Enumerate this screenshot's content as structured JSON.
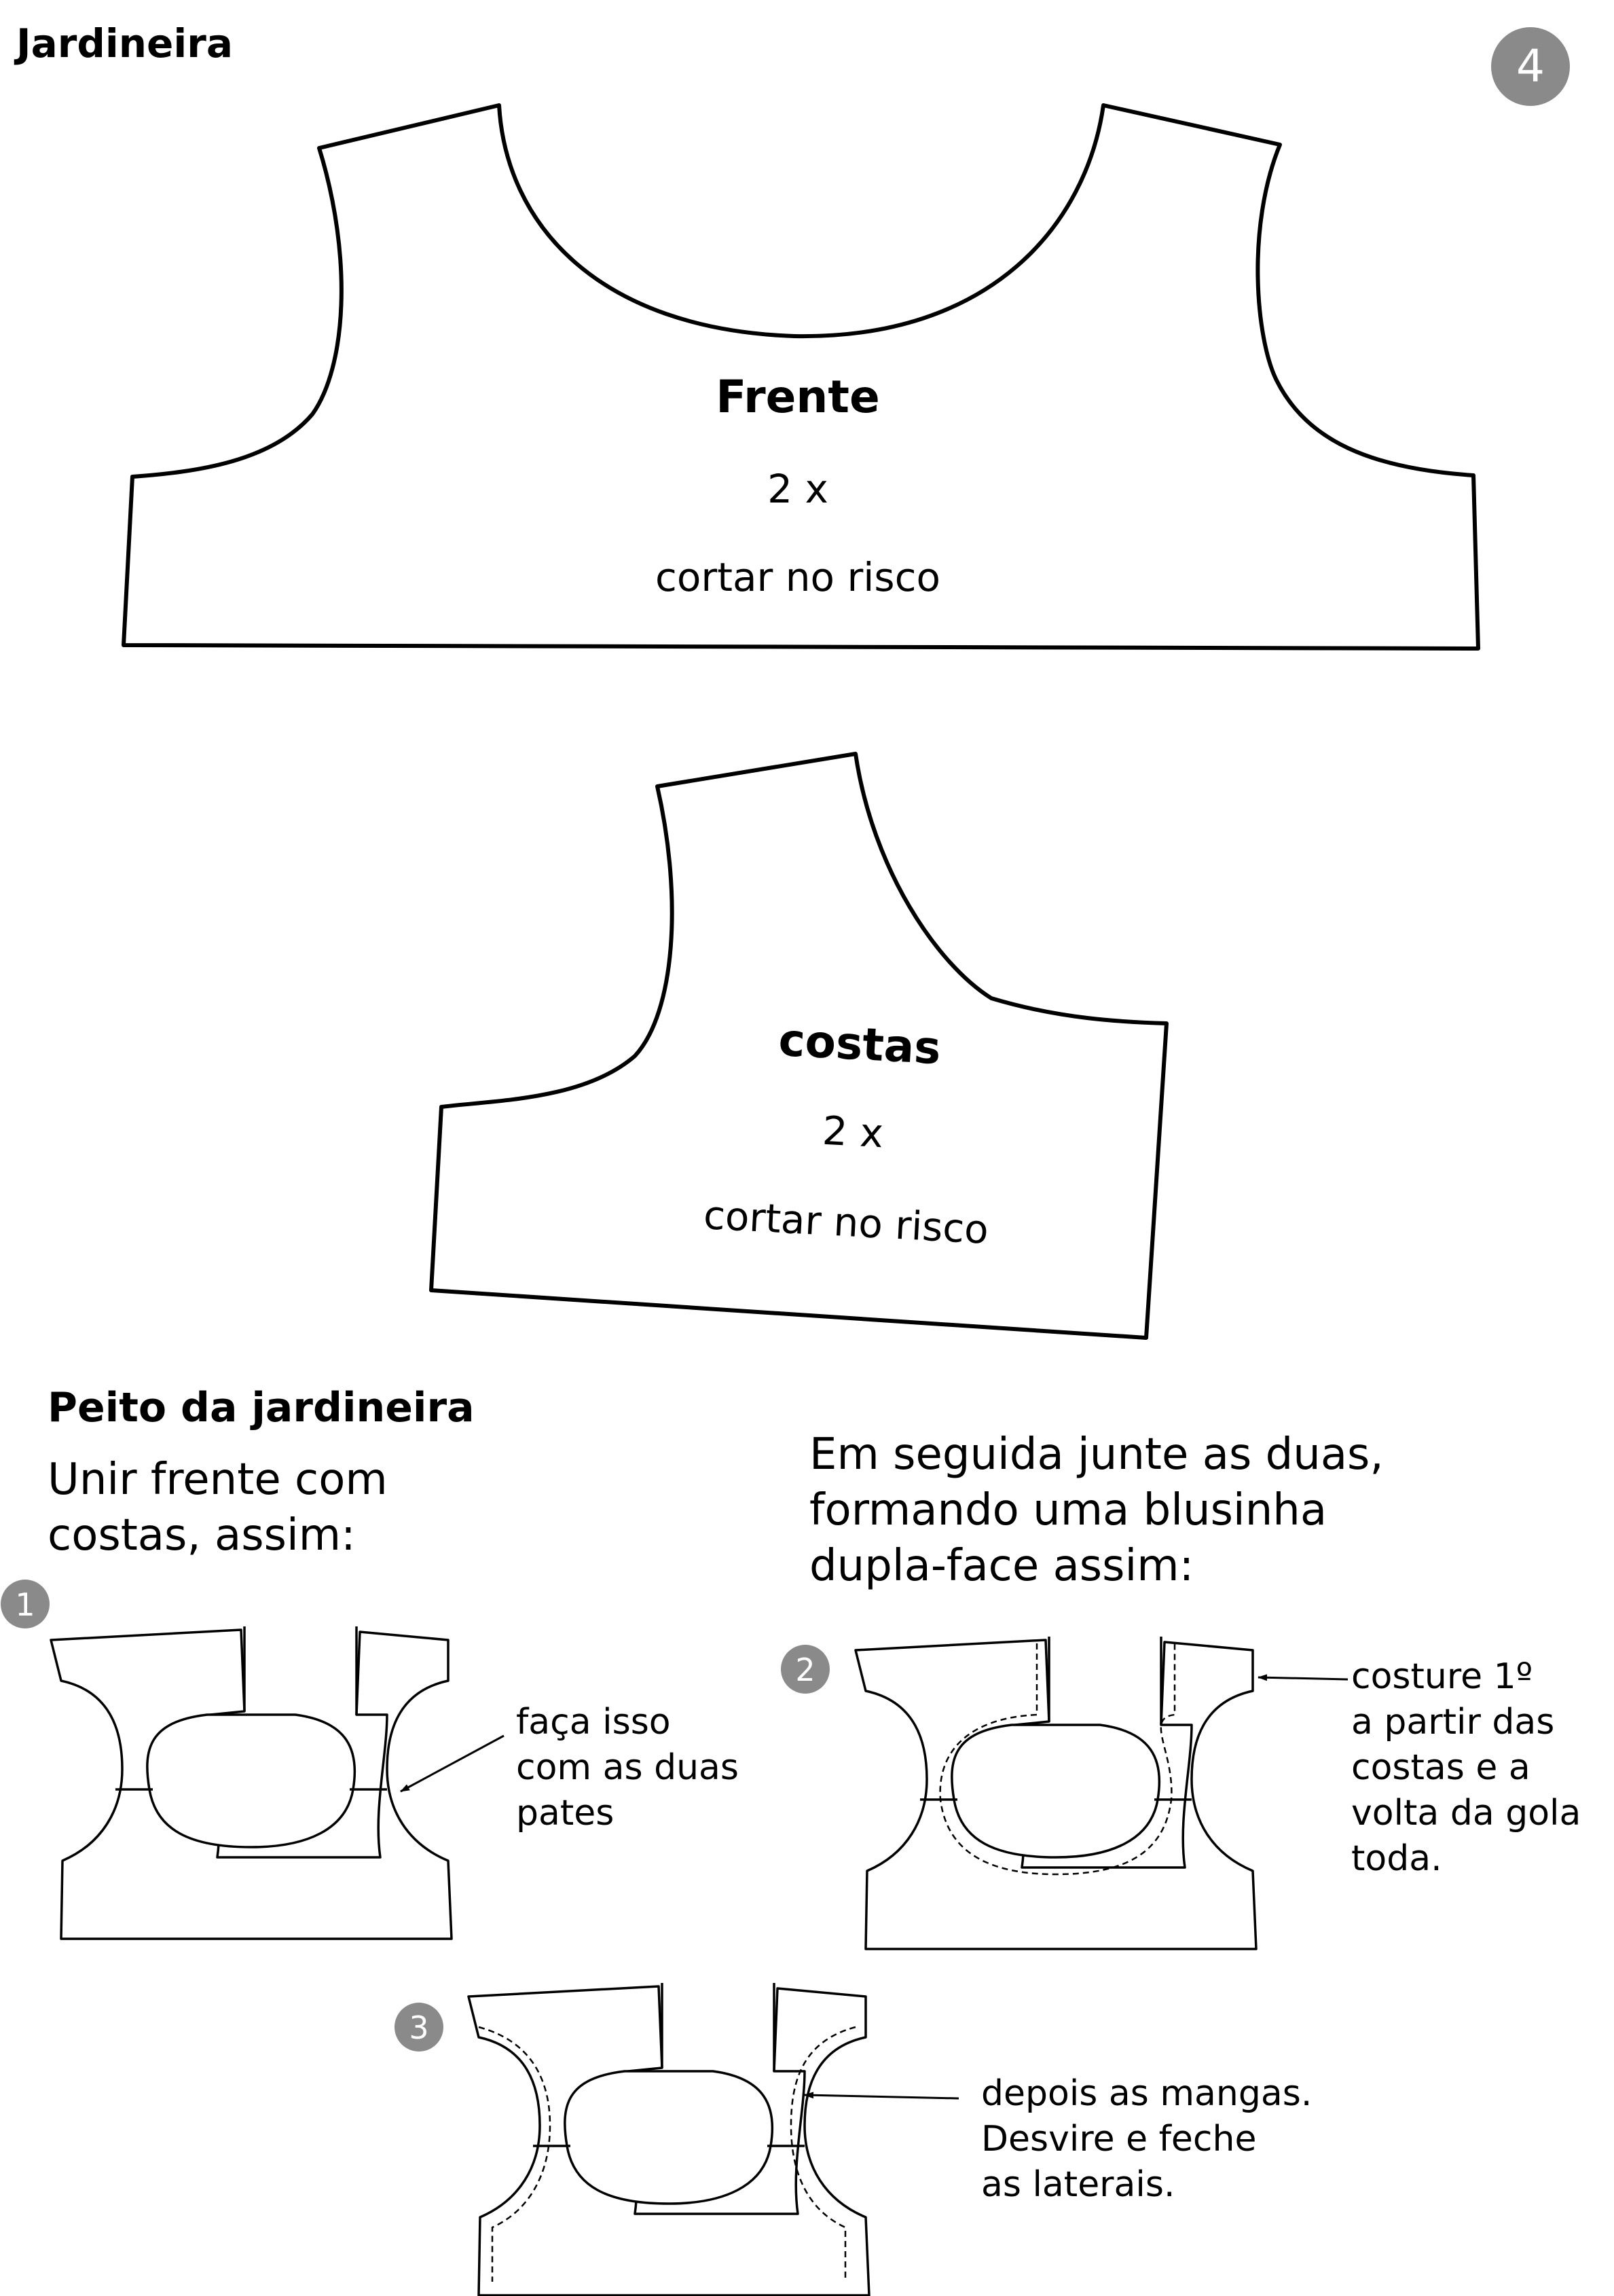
{
  "header": {
    "title": "Jardineira",
    "page_number": "4"
  },
  "pieces": {
    "front": {
      "name": "Frente",
      "qty": "2 x",
      "instruction": "cortar no risco"
    },
    "back": {
      "name": "costas",
      "qty": "2 x",
      "instruction": "cortar no risco"
    }
  },
  "section": {
    "heading": "Peito da jardineira",
    "intro_lines": [
      "Unir frente com",
      "costas, assim:"
    ],
    "next_lines": [
      "Em seguida junte as duas,",
      "formando uma blusinha",
      "dupla-face assim:"
    ]
  },
  "steps": [
    {
      "number": "1",
      "note_lines": [
        "faça isso",
        "com as duas",
        "pates"
      ]
    },
    {
      "number": "2",
      "note_lines": [
        "costure 1º",
        "a partir das",
        "costas e a",
        "volta da gola",
        "toda."
      ]
    },
    {
      "number": "3",
      "note_lines": [
        "depois as mangas.",
        "Desvire e feche",
        "as laterais."
      ]
    }
  ],
  "colors": {
    "line": "#000000",
    "badge": "#8a8a8a",
    "badge_text": "#ffffff"
  }
}
